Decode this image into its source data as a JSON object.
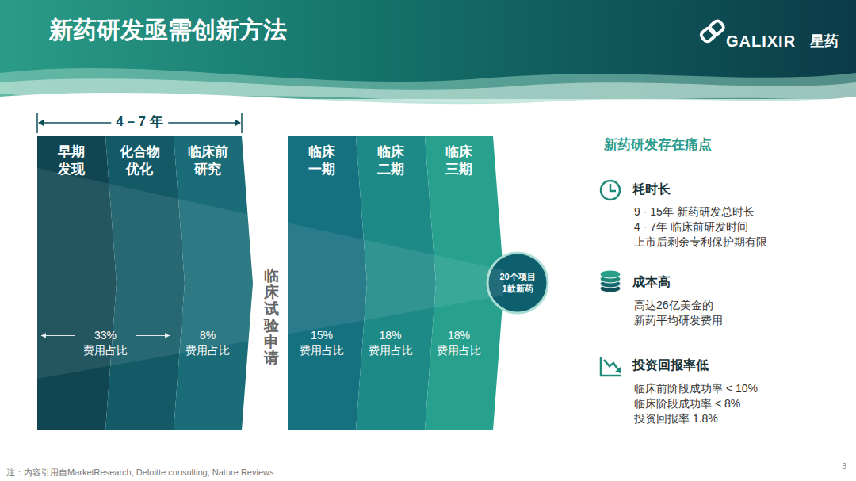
{
  "diagram": {
    "title": "新药研发亟需创新方法",
    "caption": "注：内容引用自MarketResearch, Deloitte consulting, Nature Reviews",
    "nodes": [
      {
        "text": [
          "早期 发现"
        ]
      },
      {
        "text": [
          "化合物 优化"
        ]
      },
      {
        "text": [
          "临床前 研究"
        ]
      },
      {
        "text": [
          "临床 一期"
        ]
      },
      {
        "text": [
          "临床 二期"
        ]
      },
      {
        "text": [
          "临床 三期"
        ]
      },
      {
        "text": [
          "20个项目 1款新药"
        ]
      }
    ],
    "labels": [
      "4 – 7 年",
      "临床试验申请",
      "33% 费用占比",
      "8% 费用占比",
      "15% 费用占比",
      "18% 费用占比",
      "18% 费用占比",
      "GALIXIR",
      "星药",
      "新药研发存在痛点",
      "耗时长",
      "9 - 15年 新药研发总时长",
      "4 - 7年 临床前研发时间",
      "上市后剩余专利保护期有限",
      "成本高",
      "高达26亿美金的 新药平均研发费用",
      "投资回报率低",
      "临床前阶段成功率 < 10%",
      "临床阶段成功率 < 8%",
      "投资回报率 1.8%",
      "3"
    ]
  }
}
